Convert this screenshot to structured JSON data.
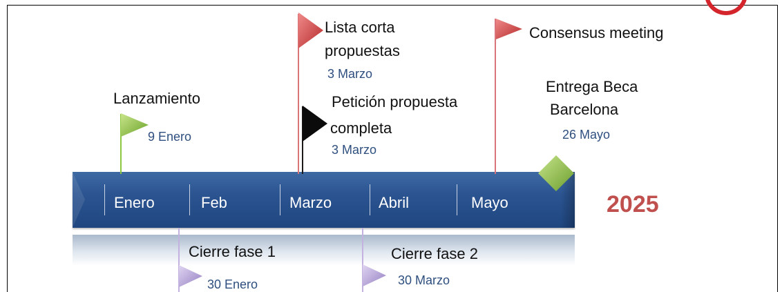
{
  "year": "2025",
  "months": [
    "Enero",
    "Feb",
    "Marzo",
    "Abril",
    "Mayo"
  ],
  "colors": {
    "bar": "#2b5491",
    "year": "#c0504d",
    "date": "#2e4f7f",
    "green_flag": "#8dc63f",
    "red_flag": "#c0504d",
    "purple_flag": "#b3a2d6"
  },
  "milestones_above": [
    {
      "title": "Lanzamiento",
      "date": "9 Enero",
      "flag": "green-flag-icon"
    },
    {
      "title_lines": [
        "Lista corta",
        "propuestas"
      ],
      "date": "3 Marzo",
      "flag": "red-flag-icon"
    },
    {
      "title_lines": [
        "Petición propuesta",
        "completa"
      ],
      "date": "3 Marzo",
      "flag": "black-flag-icon"
    },
    {
      "title": "Consensus meeting",
      "flag": "red-flag-icon"
    },
    {
      "title_lines": [
        "Entrega Beca",
        "Barcelona"
      ],
      "date": "26 Mayo",
      "marker": "green-diamond-icon"
    }
  ],
  "milestones_below": [
    {
      "title": "Cierre fase 1",
      "date": "30 Enero",
      "flag": "purple-flag-icon"
    },
    {
      "title": "Cierre fase 2",
      "date": "30 Marzo",
      "flag": "purple-flag-icon"
    }
  ]
}
